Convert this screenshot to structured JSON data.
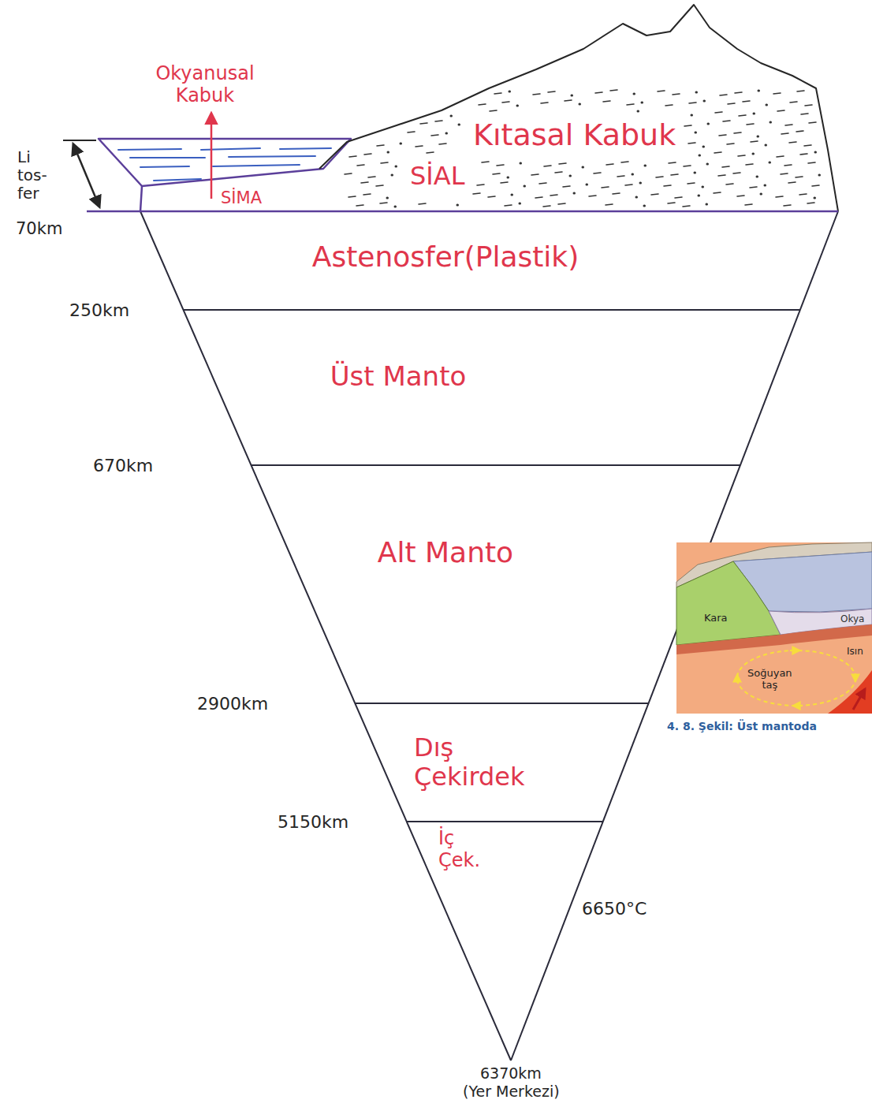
{
  "diagram": {
    "nodes": [
      {
        "text": [
          "Okyanusal Kabuk",
          "SİMA"
        ]
      },
      {
        "text": [
          "Kıtasal Kabuk",
          "SİAL"
        ]
      },
      {
        "text": [
          "Astenosfer(Plastik)"
        ]
      },
      {
        "text": [
          "Üst Manto"
        ]
      },
      {
        "text": [
          "Alt Manto"
        ]
      },
      {
        "text": [
          "Dış Çekirdek"
        ]
      },
      {
        "text": [
          "İç Çek."
        ]
      }
    ],
    "labels": [
      "Li tos- fer",
      "70km",
      "250km",
      "670km",
      "2900km",
      "5150km",
      "6650°C",
      "6370km",
      "(Yer Merkezi)",
      "Kara",
      "Okya",
      "Soğuyan taş",
      "Isın",
      "4. 8. Şekil: Üst mantoda"
    ]
  }
}
